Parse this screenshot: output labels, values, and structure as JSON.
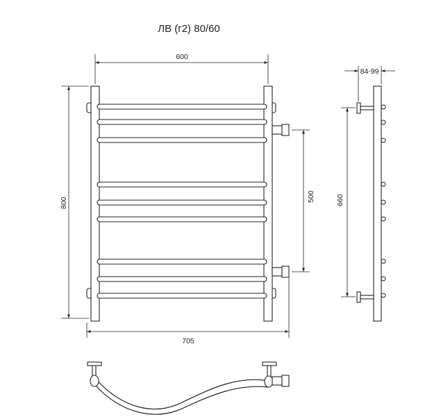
{
  "title": "ЛВ (г2) 80/60",
  "dimensions": {
    "width_600": "600",
    "height_800": "800",
    "connection_500": "500",
    "overall_705": "705",
    "wall_84_99": "84-99",
    "mount_660": "660"
  },
  "colors": {
    "line": "#222222",
    "background": "#ffffff"
  }
}
